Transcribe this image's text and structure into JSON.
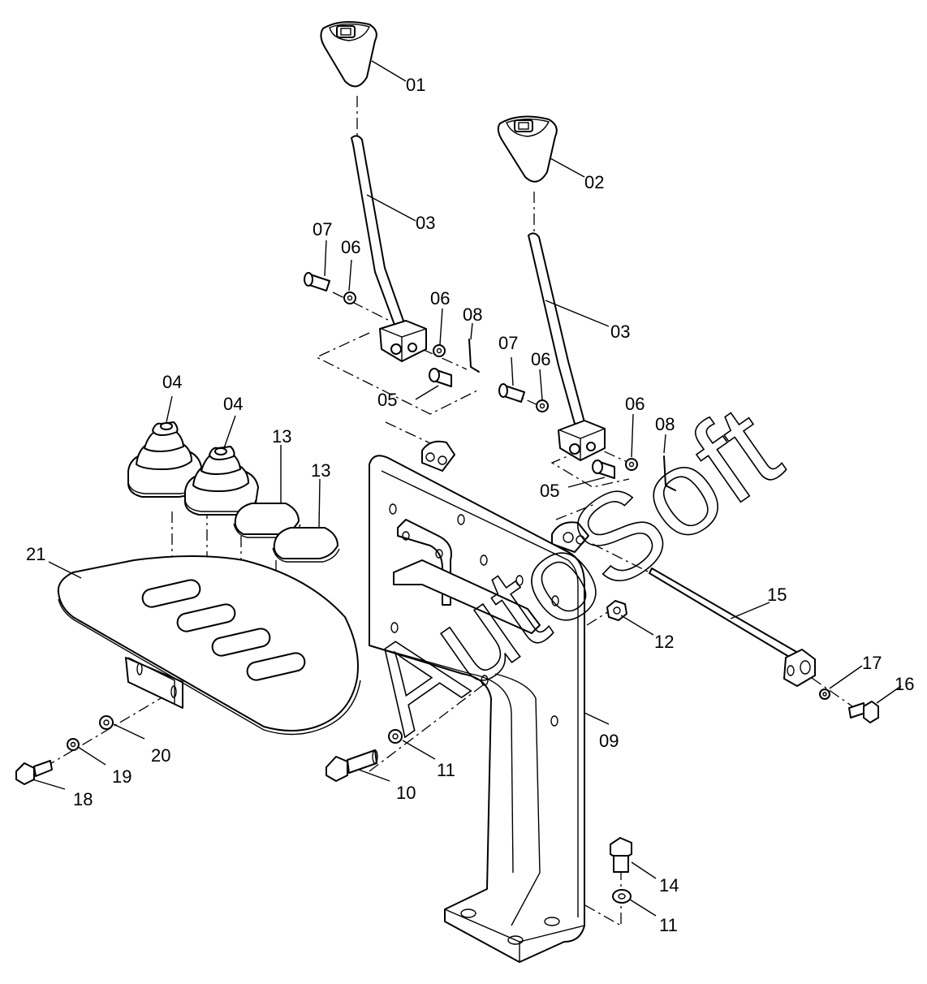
{
  "watermark": "AutoSoft",
  "labels": {
    "p01": "01",
    "p02": "02",
    "p03a": "03",
    "p03b": "03",
    "p04a": "04",
    "p04b": "04",
    "p05a": "05",
    "p05b": "05",
    "p06a": "06",
    "p06b": "06",
    "p06c": "06",
    "p06d": "06",
    "p07a": "07",
    "p07b": "07",
    "p08a": "08",
    "p08b": "08",
    "p09": "09",
    "p10": "10",
    "p11a": "11",
    "p11b": "11",
    "p12": "12",
    "p13a": "13",
    "p13b": "13",
    "p14": "14",
    "p15": "15",
    "p16": "16",
    "p17": "17",
    "p18": "18",
    "p19": "19",
    "p20": "20",
    "p21": "21"
  }
}
